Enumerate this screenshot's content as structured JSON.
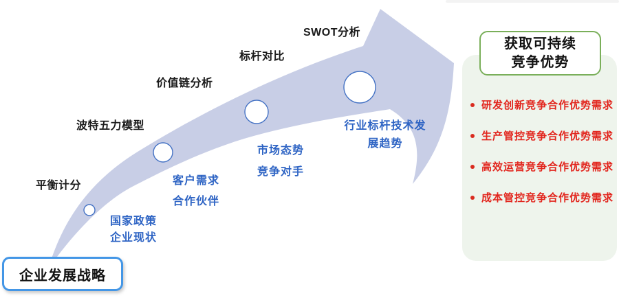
{
  "colors": {
    "arrow_fill": "#c8cee6",
    "circle_stroke": "#4472c4",
    "blue_text": "#2e64c4",
    "red_text": "#e2251d",
    "green_border": "#7aaf5a",
    "panel_bg": "#eef4ec",
    "strategy_box_border": "#4396e6"
  },
  "strategy_box": {
    "label": "企业发展战略"
  },
  "stages": [
    {
      "label": "平衡计分"
    },
    {
      "label": "波特五力模型"
    },
    {
      "label": "价值链分析"
    },
    {
      "label": "标杆对比"
    },
    {
      "label": "SWOT分析"
    }
  ],
  "inputs": [
    {
      "line1": "国家政策",
      "line2": "企业现状"
    },
    {
      "line1": "客户需求",
      "line2": "合作伙伴"
    },
    {
      "line1": "市场态势",
      "line2": "竞争对手"
    },
    {
      "line1": "行业标杆技术发",
      "line2": "展趋势"
    }
  ],
  "result_panel": {
    "title_line1": "获取可持续",
    "title_line2": "竞争优势",
    "items": [
      {
        "label": "研发创新竞争合作优势需求"
      },
      {
        "label": "生产管控竞争合作优势需求"
      },
      {
        "label": "高效运营竞争合作优势需求"
      },
      {
        "label": "成本管控竞争合作优势需求"
      }
    ]
  }
}
